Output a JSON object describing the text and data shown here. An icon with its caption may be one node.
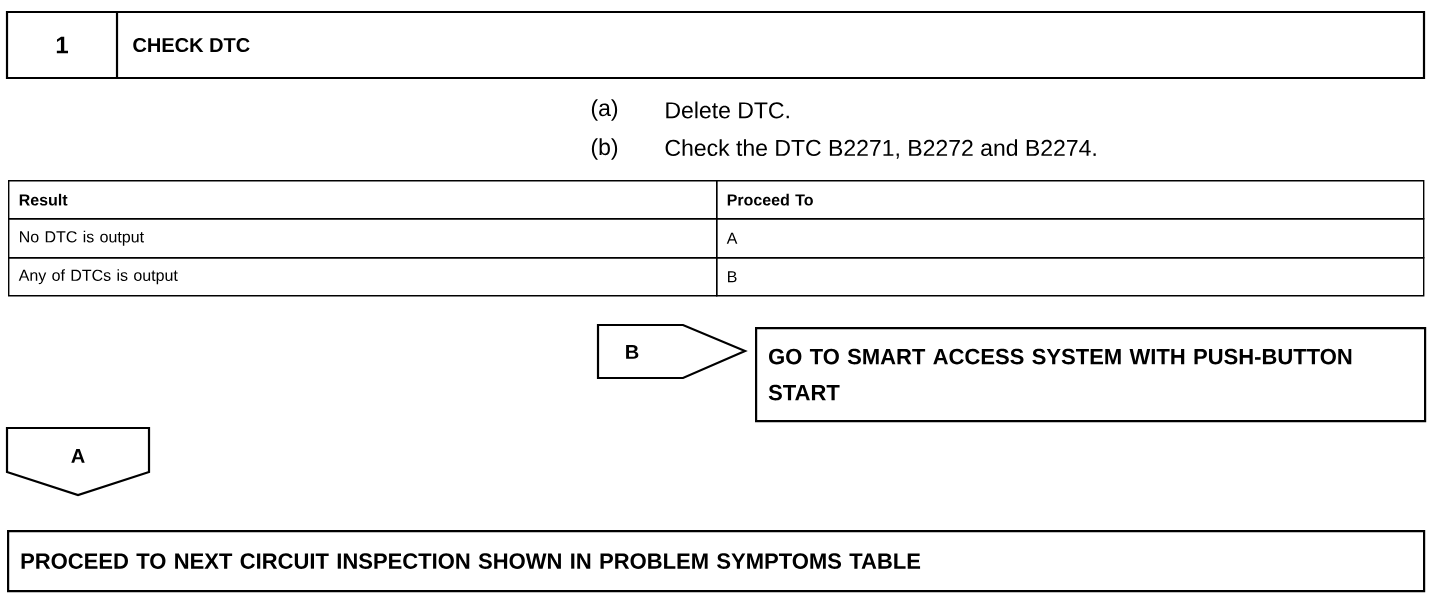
{
  "diagram": {
    "nodes": [
      {
        "text": [
          "1",
          "CHECK DTC"
        ]
      },
      {
        "text": [
          "B"
        ]
      },
      {
        "text": [
          "GO TO SMART ACCESS SYSTEM WITH PUSH-BUTTON START"
        ]
      },
      {
        "text": [
          "A"
        ]
      },
      {
        "text": [
          "PROCEED TO NEXT CIRCUIT INSPECTION SHOWN IN PROBLEM SYMPTOMS TABLE"
        ]
      }
    ],
    "labels": [
      "(a)",
      "Delete DTC.",
      "(b)",
      "Check the DTC B2271, B2272 and B2274.",
      "Result",
      "Proceed To",
      "No DTC is output",
      "A",
      "Any of DTCs is output",
      "B"
    ]
  }
}
